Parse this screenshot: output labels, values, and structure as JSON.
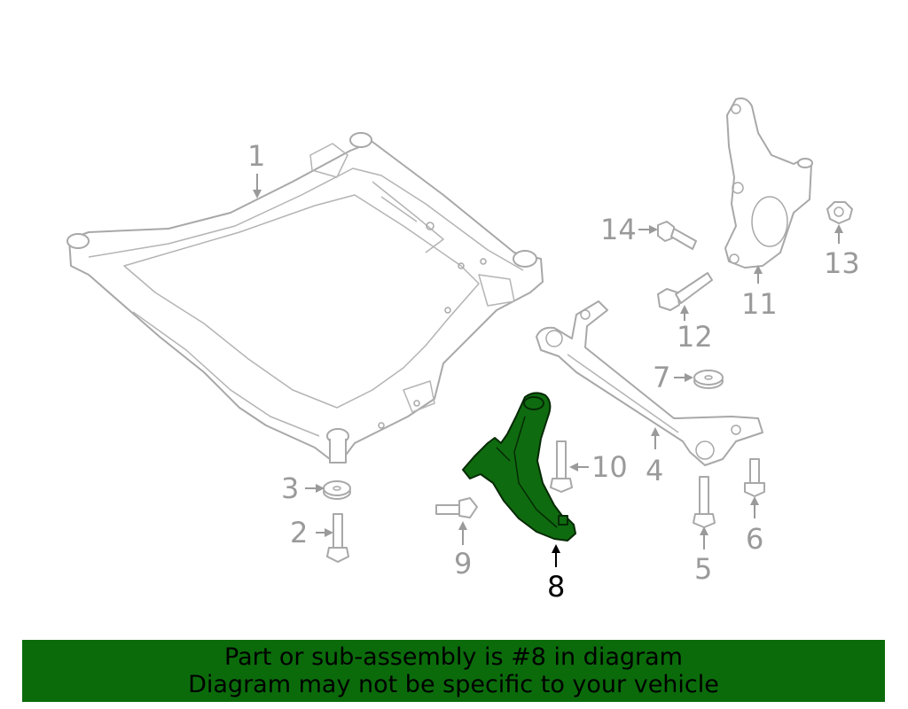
{
  "diagram": {
    "highlight_part": "8",
    "labels": {
      "p1": "1",
      "p2": "2",
      "p3": "3",
      "p4": "4",
      "p5": "5",
      "p6": "6",
      "p7": "7",
      "p8": "8",
      "p9": "9",
      "p10": "10",
      "p11": "11",
      "p12": "12",
      "p13": "13",
      "p14": "14"
    }
  },
  "banner": {
    "line1": "Part or sub-assembly is #8 in diagram",
    "line2": "Diagram may not be specific to your vehicle"
  },
  "colors": {
    "highlight": "#0f6b0f",
    "banner_bg": "#0b6b0b",
    "part_outline": "#a8a8a8",
    "label_gray": "#9a9a9a"
  }
}
